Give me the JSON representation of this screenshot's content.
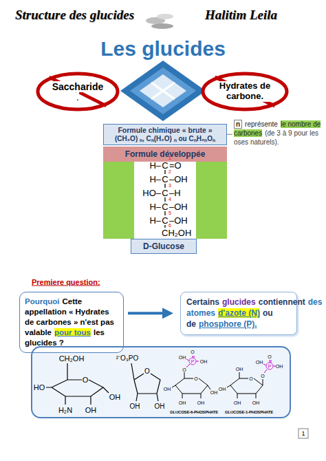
{
  "diagram": {
    "title": "Les glucides",
    "nodes": [
      {
        "text": [
          "Saccharide",
          "."
        ]
      },
      {
        "text": [
          "Hydrates de carbone."
        ]
      },
      {
        "text": [
          "Formule chimique « brute »",
          "(CH₂O) ₙ, Cₙ(H₂O) ₙ ou CₙH₂ₙOₙ"
        ]
      },
      {
        "text": [
          "n",
          "représente",
          "le nombre de carbones",
          "(de 3 à 9 pour les oses naturels)."
        ]
      },
      {
        "text": [
          "Formule développée"
        ]
      },
      {
        "text": [
          "D-Glucose"
        ]
      },
      {
        "text": [
          "Pourquoi",
          "Cette appellation « Hydrates de carbones » n'est pas valable",
          "pour tous",
          "les glucides ?"
        ]
      },
      {
        "text": [
          "Certains",
          "glucides",
          "contiennent",
          "des atomes",
          "d'azote (N)",
          "ou de",
          "phosphore (P)."
        ]
      },
      {
        "text": [
          "GLUCOSE-6-PHOSPHATE",
          "GLUCOSE-1-PHOSPHATE"
        ]
      }
    ],
    "edges": [
      {
        "from": 2,
        "to": 3,
        "arrow": "none"
      },
      {
        "from": 6,
        "to": 7,
        "arrow": "to"
      }
    ],
    "labels": [
      "Structure des glucides",
      "Halitim Leila",
      "Premiere question:",
      "1",
      "H–",
      "C",
      "=O",
      "H–",
      "C",
      "–OH",
      "HO–",
      "C",
      "–H",
      "H–",
      "C",
      "–OH",
      "H–",
      "C",
      "–OH",
      "CH₂OH",
      "1",
      "2",
      "3",
      "4",
      "5",
      "6",
      "CH₂OH",
      "O",
      "HO",
      "H₂N",
      "OH",
      "OH",
      "²⁻O₃PO",
      "O",
      "OH",
      "OH",
      "O",
      "OH",
      "OH",
      "OH",
      "OH",
      "O",
      "P",
      "O",
      "OH",
      "OH",
      "O",
      "OH",
      "OH",
      "OH",
      "OH",
      "O",
      "P",
      "O",
      "OH",
      "OH"
    ]
  }
}
